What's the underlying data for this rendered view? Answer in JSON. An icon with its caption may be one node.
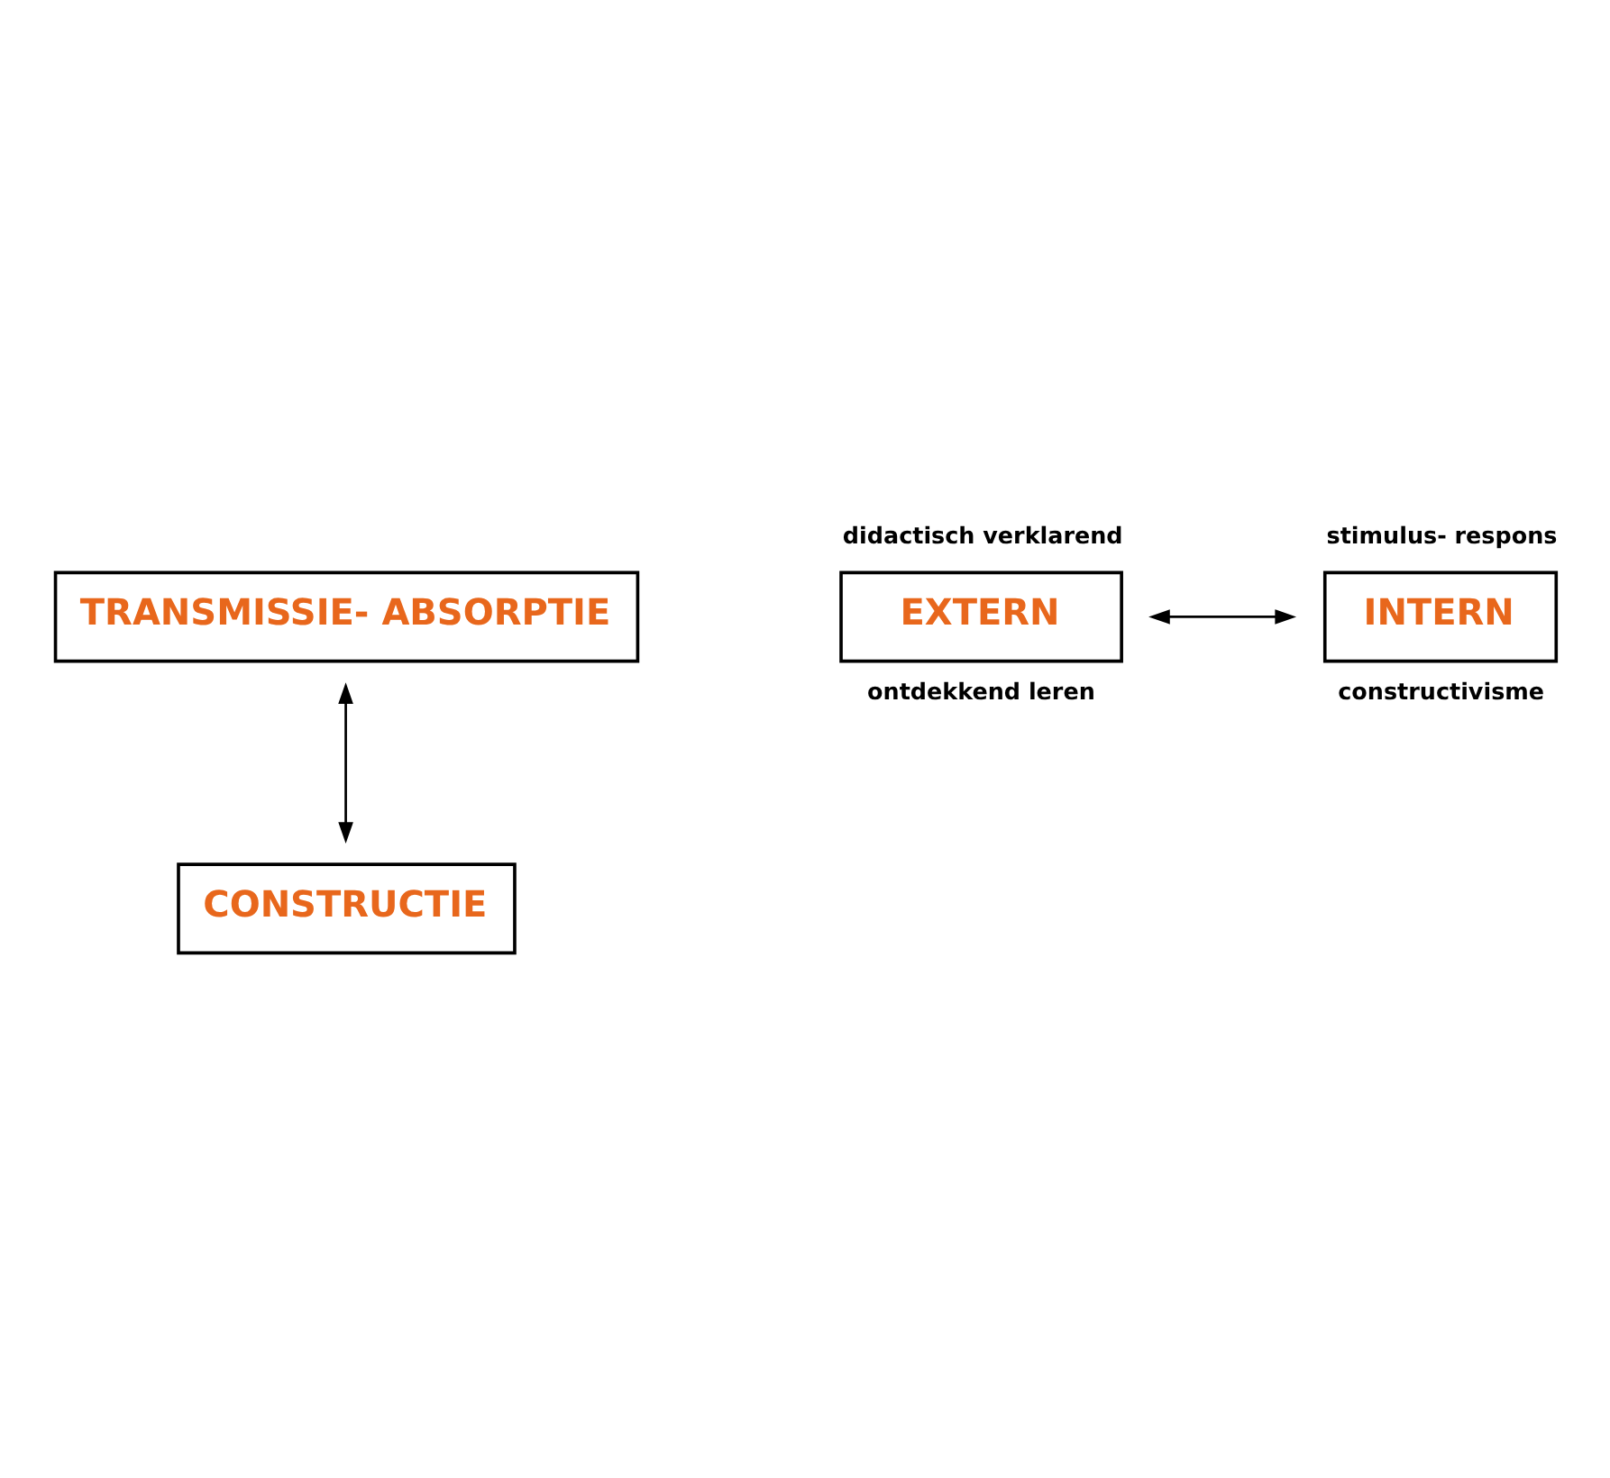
{
  "diagram": {
    "nodes": [
      {
        "text": [
          "TRANSMISSIE- ABSORPTIE"
        ]
      },
      {
        "text": [
          "EXTERN"
        ],
        "beside": [
          "didactisch verklarend",
          "ontdekkend leren"
        ]
      },
      {
        "text": [
          "INTERN"
        ],
        "beside": [
          "stimulus- respons",
          "constructivisme"
        ]
      },
      {
        "text": [
          "CONSTRUCTIE"
        ]
      }
    ],
    "edges": [
      {
        "from": 0,
        "to": 3,
        "arrow": "both"
      },
      {
        "from": 1,
        "to": 2,
        "arrow": "both"
      }
    ]
  }
}
